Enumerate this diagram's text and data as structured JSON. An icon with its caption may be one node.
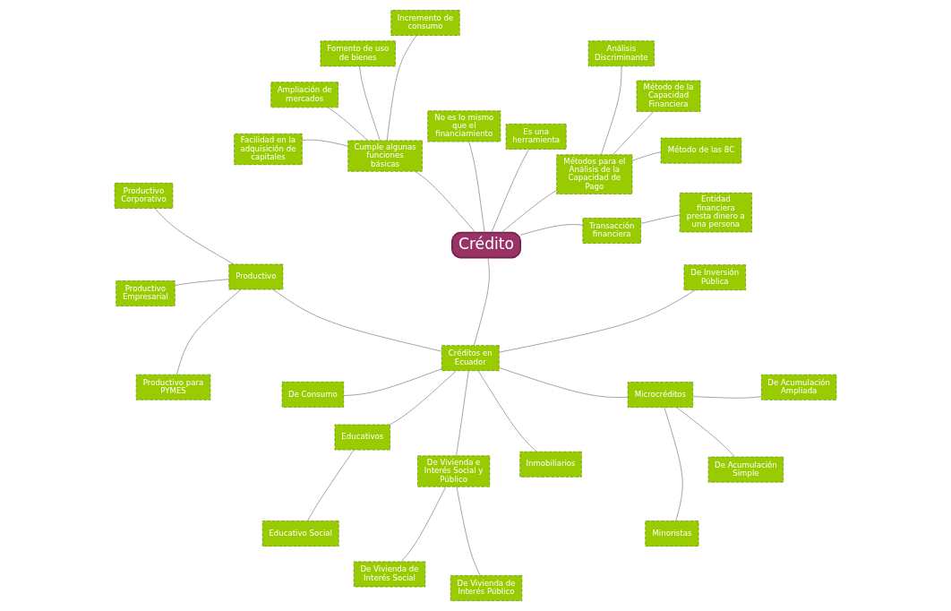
{
  "diagram": {
    "nodes": [
      {
        "text": [
          "Crédito"
        ]
      },
      {
        "text": [
          "Transacción financiera"
        ]
      },
      {
        "text": [
          "Entidad financiera presta dinero a una persona"
        ]
      },
      {
        "text": [
          "Métodos para el Análisis de la Capacidad de Pago"
        ]
      },
      {
        "text": [
          "Método de las 8C"
        ]
      },
      {
        "text": [
          "Método de la Capacidad Financiera"
        ]
      },
      {
        "text": [
          "Análisis Discriminante"
        ]
      },
      {
        "text": [
          "Es una herramienta"
        ]
      },
      {
        "text": [
          "No es lo mismo que el financiamiento"
        ]
      },
      {
        "text": [
          "Cumple algunas funciones básicas"
        ]
      },
      {
        "text": [
          "Incremento de consumo"
        ]
      },
      {
        "text": [
          "Fomento de uso de bienes"
        ]
      },
      {
        "text": [
          "Ampliación de mercados"
        ]
      },
      {
        "text": [
          "Facilidad en la adquisición de capitales"
        ]
      },
      {
        "text": [
          "Créditos en Ecuador"
        ]
      },
      {
        "text": [
          "Productivo"
        ]
      },
      {
        "text": [
          "Productivo Corporativo"
        ]
      },
      {
        "text": [
          "Productivo Empresarial"
        ]
      },
      {
        "text": [
          "Productivo para PYMES"
        ]
      },
      {
        "text": [
          "De Consumo"
        ]
      },
      {
        "text": [
          "Educativos"
        ]
      },
      {
        "text": [
          "Educativo Social"
        ]
      },
      {
        "text": [
          "De Vivienda e Interés Social y Público"
        ]
      },
      {
        "text": [
          "De Vivienda de Interés Social"
        ]
      },
      {
        "text": [
          "De Vivienda de Interés Público"
        ]
      },
      {
        "text": [
          "Inmobiliarios"
        ]
      },
      {
        "text": [
          "Microcréditos"
        ]
      },
      {
        "text": [
          "Minoristas"
        ]
      },
      {
        "text": [
          "De Acumulación Simple"
        ]
      },
      {
        "text": [
          "De Acumulación Ampliada"
        ]
      },
      {
        "text": [
          "De Inversión Pública"
        ]
      }
    ],
    "edges": [
      {
        "from": 0,
        "to": 1,
        "arrow": "none"
      },
      {
        "from": 1,
        "to": 2,
        "arrow": "none"
      },
      {
        "from": 0,
        "to": 3,
        "arrow": "none"
      },
      {
        "from": 3,
        "to": 4,
        "arrow": "none"
      },
      {
        "from": 3,
        "to": 5,
        "arrow": "none"
      },
      {
        "from": 3,
        "to": 6,
        "arrow": "none"
      },
      {
        "from": 0,
        "to": 7,
        "arrow": "none"
      },
      {
        "from": 0,
        "to": 8,
        "arrow": "none"
      },
      {
        "from": 0,
        "to": 9,
        "arrow": "none"
      },
      {
        "from": 9,
        "to": 10,
        "arrow": "none"
      },
      {
        "from": 9,
        "to": 11,
        "arrow": "none"
      },
      {
        "from": 9,
        "to": 12,
        "arrow": "none"
      },
      {
        "from": 9,
        "to": 13,
        "arrow": "none"
      },
      {
        "from": 0,
        "to": 14,
        "arrow": "none"
      },
      {
        "from": 14,
        "to": 15,
        "arrow": "none"
      },
      {
        "from": 15,
        "to": 16,
        "arrow": "none"
      },
      {
        "from": 15,
        "to": 17,
        "arrow": "none"
      },
      {
        "from": 15,
        "to": 18,
        "arrow": "none"
      },
      {
        "from": 14,
        "to": 19,
        "arrow": "none"
      },
      {
        "from": 14,
        "to": 20,
        "arrow": "none"
      },
      {
        "from": 20,
        "to": 21,
        "arrow": "none"
      },
      {
        "from": 14,
        "to": 22,
        "arrow": "none"
      },
      {
        "from": 22,
        "to": 23,
        "arrow": "none"
      },
      {
        "from": 22,
        "to": 24,
        "arrow": "none"
      },
      {
        "from": 14,
        "to": 25,
        "arrow": "none"
      },
      {
        "from": 14,
        "to": 26,
        "arrow": "none"
      },
      {
        "from": 26,
        "to": 27,
        "arrow": "none"
      },
      {
        "from": 26,
        "to": 28,
        "arrow": "none"
      },
      {
        "from": 26,
        "to": 29,
        "arrow": "none"
      },
      {
        "from": 14,
        "to": 30,
        "arrow": "none"
      }
    ]
  }
}
